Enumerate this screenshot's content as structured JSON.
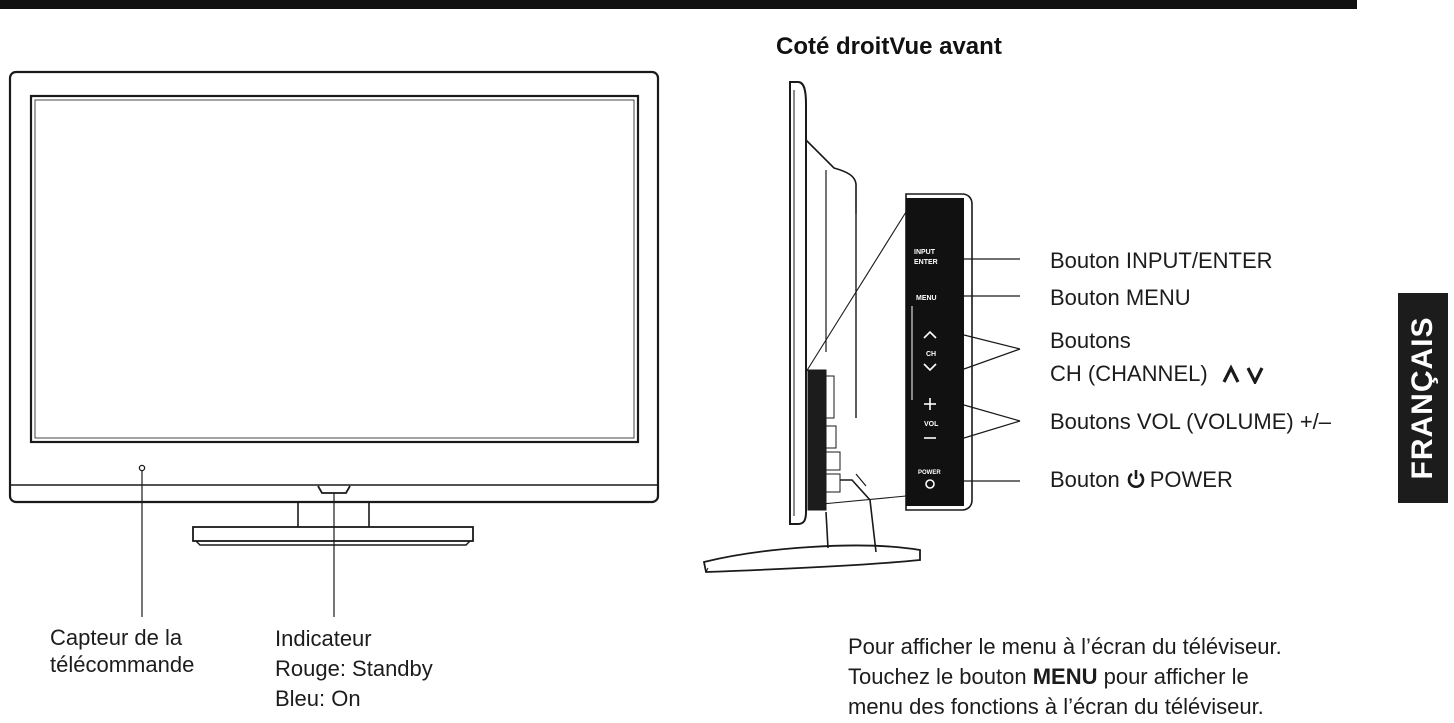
{
  "heading": "Coté droitVue avant",
  "language_tab": "FRANÇAIS",
  "front_labels": {
    "remote_sensor": [
      "Capteur de la",
      "télécommande"
    ],
    "indicator": [
      "Indicateur",
      "Rouge: Standby",
      "Bleu: On"
    ]
  },
  "side_labels": {
    "input_enter": "Bouton INPUT/ENTER",
    "menu": "Bouton MENU",
    "channel_line1": "Boutons",
    "channel_line2": "CH (CHANNEL)",
    "volume": "Boutons VOL (VOLUME) +/–",
    "power_prefix": "Bouton",
    "power_suffix": "POWER"
  },
  "panel_markings": {
    "input": "INPUT",
    "enter": "ENTER",
    "menu": "MENU",
    "ch": "CH",
    "vol": "VOL",
    "power": "POWER"
  },
  "instructions": {
    "line1": "Pour afficher le menu à l’écran du téléviseur.",
    "line2_prefix": "Touchez le bouton ",
    "line2_bold": "MENU",
    "line2_suffix": " pour afficher le",
    "line3": "menu des fonctions à l’écran du téléviseur."
  },
  "icons": {
    "power": "power-icon",
    "channel_up": "chevron-up-icon",
    "channel_down": "chevron-down-icon"
  }
}
